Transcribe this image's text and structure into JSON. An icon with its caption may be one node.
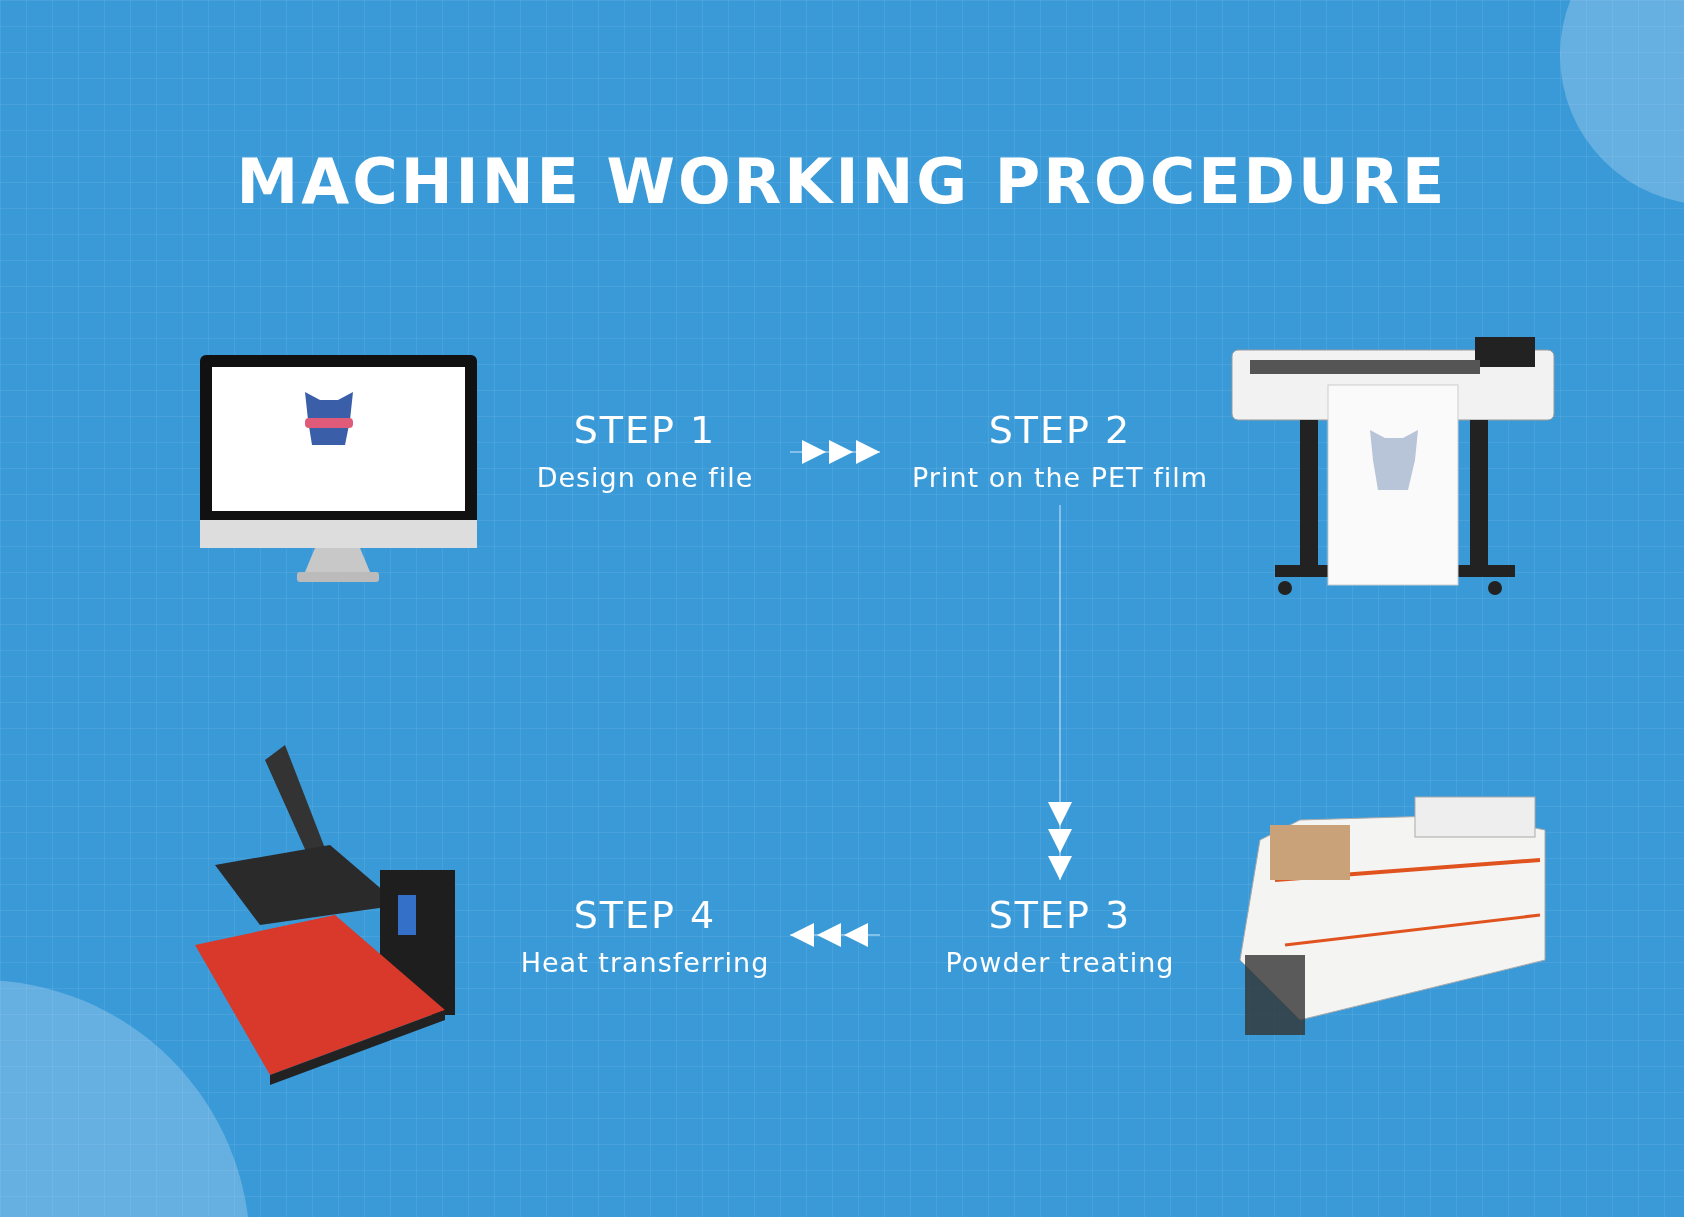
{
  "diagram": {
    "title": "MACHINE WORKING PROCEDURE",
    "nodes": [
      {
        "text": [
          "STEP 1",
          "Design one file"
        ]
      },
      {
        "text": [
          "STEP 2",
          "Print on the PET film"
        ]
      },
      {
        "text": [
          "STEP 3",
          "Powder treating"
        ]
      },
      {
        "text": [
          "STEP 4",
          "Heat transferring"
        ]
      }
    ],
    "edges": [
      {
        "from": 0,
        "to": 1,
        "arrow": "to"
      },
      {
        "from": 1,
        "to": 2,
        "arrow": "to"
      },
      {
        "from": 2,
        "to": 3,
        "arrow": "to"
      }
    ]
  }
}
